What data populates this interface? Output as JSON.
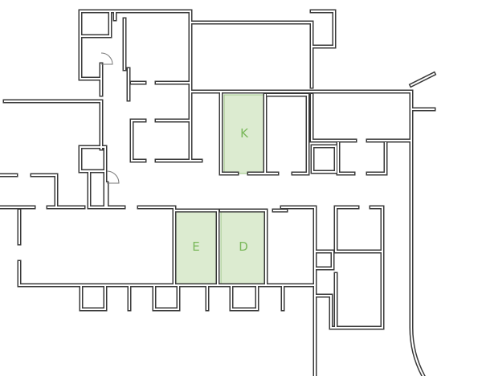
{
  "colors": {
    "highlight_fill": "#dcebd0",
    "highlight_stroke": "#9bc585",
    "label": "#7ab85a",
    "wall": "#3a3a3a"
  },
  "rooms": [
    {
      "id": "K",
      "label": "K"
    },
    {
      "id": "E",
      "label": "E"
    },
    {
      "id": "D",
      "label": "D"
    }
  ]
}
